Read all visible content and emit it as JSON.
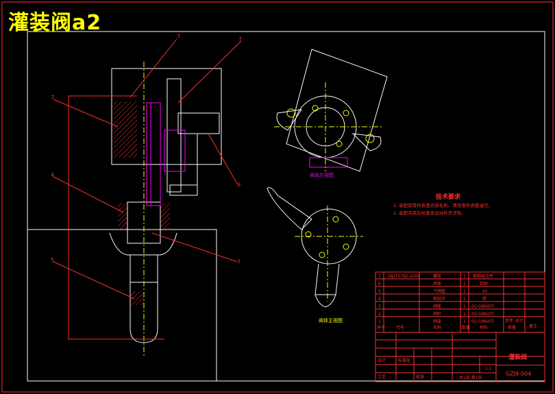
{
  "title": "灌装阀a2",
  "leaders": [
    "7",
    "7",
    "7",
    "6",
    "4",
    "5",
    "7"
  ],
  "views": {
    "top_label": "阀体左视图",
    "bottom_label": "阀体主视图"
  },
  "tech_requirements": {
    "heading": "技术要求",
    "items": [
      "1. 装配前零件表面去除毛刺，清洗零件表面油污。",
      "2. 装配完成后检查各运动件灵活性。"
    ]
  },
  "bom": {
    "rows": [
      {
        "no": "7",
        "code": "GB/T5782-2000",
        "name": "螺栓",
        "qty": "1",
        "material": "碳钢组合件"
      },
      {
        "no": "6",
        "code": "",
        "name": "阀体",
        "qty": "1",
        "material": "铝材"
      },
      {
        "no": "5",
        "code": "",
        "name": "下阀管",
        "qty": "1",
        "material": "45"
      },
      {
        "no": "4",
        "code": "",
        "name": "密封环",
        "qty": "1",
        "material": "铁"
      },
      {
        "no": "3",
        "code": "",
        "name": "阀座",
        "qty": "1",
        "material": "0Cr18Ni9Ti"
      },
      {
        "no": "2",
        "code": "",
        "name": "阀杆",
        "qty": "1",
        "material": "0Cr18Ni9Ti"
      },
      {
        "no": "1",
        "code": "",
        "name": "阀盖",
        "qty": "1",
        "material": "0Cr18Ni9Ti"
      }
    ],
    "header": {
      "no": "序号",
      "code": "代号",
      "name": "名称",
      "qty": "数量",
      "material": "材料",
      "unit": "单件",
      "total": "总计",
      "mass": "质量",
      "remark": "备注"
    }
  },
  "title_block": {
    "drawing_name": "灌装阀",
    "drawing_no": "GZJ8-004",
    "scale": "1:1",
    "sheet": "共1张 第1张",
    "designer": "设计",
    "standard": "标准化",
    "process": "工艺",
    "approve": "批准"
  }
}
